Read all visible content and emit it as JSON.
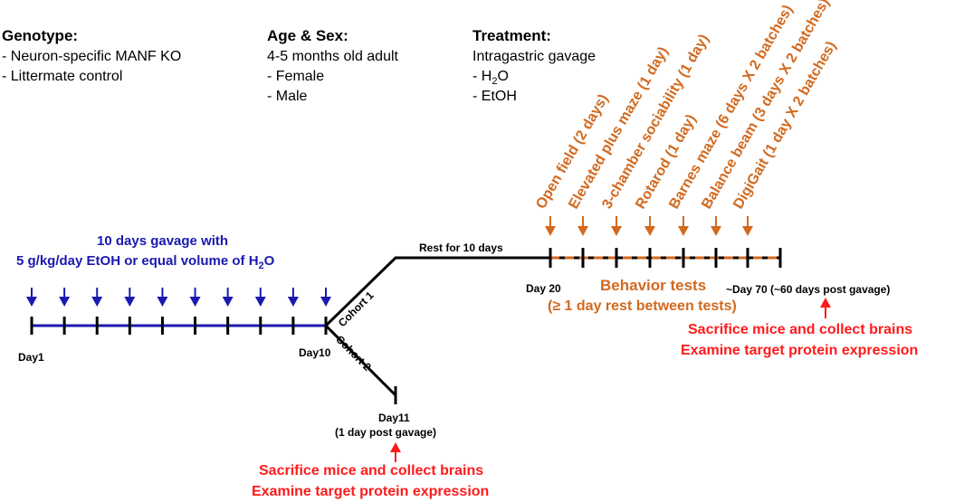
{
  "genotype": {
    "heading": "Genotype:",
    "items": [
      "- Neuron-specific MANF KO",
      "- Littermate control"
    ]
  },
  "age_sex": {
    "heading": "Age & Sex:",
    "items": [
      "4-5 months old adult",
      "- Female",
      "- Male"
    ]
  },
  "treatment": {
    "heading": "Treatment:",
    "items": [
      "Intragastric gavage",
      "- H",
      "2",
      "O",
      "- EtOH"
    ]
  },
  "gavage": {
    "line1": "10 days gavage with",
    "line2": "5 g/kg/day EtOH or equal volume of H",
    "line2_sub": "2",
    "line2_end": "O"
  },
  "timeline": {
    "day1": "Day1",
    "day10": "Day10",
    "day11": "Day11",
    "day11_note": "(1 day post gavage)",
    "day20": "Day 20",
    "day70": "~Day 70 (~60 days post gavage)",
    "rest": "Rest for 10 days",
    "cohort1": "Cohort 1",
    "cohort2": "Cohort 2"
  },
  "behavior": {
    "title": "Behavior tests",
    "subtitle": "(≥ 1 day rest between tests)",
    "tests": [
      "Open field (2 days)",
      "Elevated plus maze (1 day)",
      "3-chamber sociability (1 day)",
      "Rotarod (1 day)",
      "Barnes maze (6 days X 2 batches)",
      "Balance beam (3 days X 2 batches)",
      "DigiGait (1 day X 2 batches)"
    ]
  },
  "outcome_right": {
    "line1": "Sacrifice mice and collect brains",
    "line2": "Examine target protein expression"
  },
  "outcome_bottom": {
    "line1": "Sacrifice mice and collect brains",
    "line2": "Examine target protein expression"
  },
  "colors": {
    "blue": "#1a1ab0",
    "orange": "#d2691e",
    "red": "#ff1a1a",
    "black": "#000000"
  }
}
